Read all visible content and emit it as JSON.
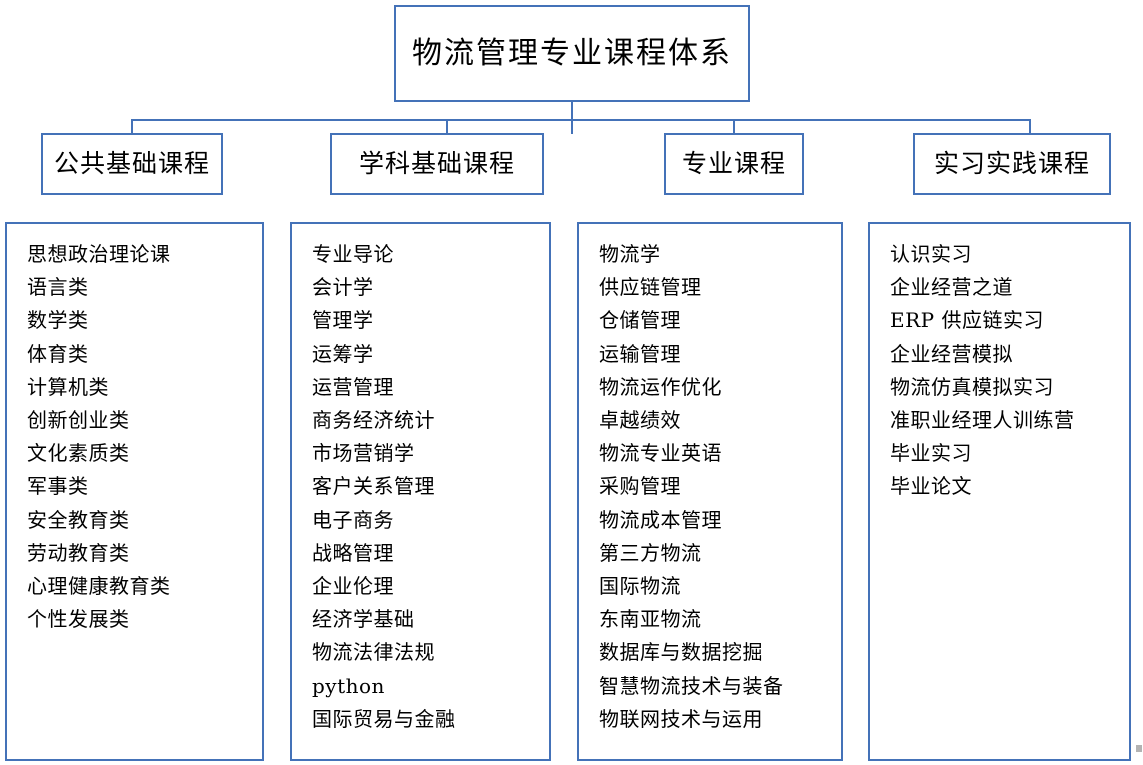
{
  "diagram": {
    "title": "物流管理专业课程体系",
    "accent_color": "#4472b8",
    "background_color": "#ffffff",
    "text_color": "#000000",
    "categories": [
      {
        "header": "公共基础课程",
        "courses": [
          "思想政治理论课",
          "语言类",
          "数学类",
          "体育类",
          "计算机类",
          "创新创业类",
          "文化素质类",
          "军事类",
          "安全教育类",
          "劳动教育类",
          "心理健康教育类",
          "个性发展类"
        ]
      },
      {
        "header": "学科基础课程",
        "courses": [
          "专业导论",
          "会计学",
          "管理学",
          "运筹学",
          "运营管理",
          "商务经济统计",
          "市场营销学",
          "客户关系管理",
          "电子商务",
          "战略管理",
          "企业伦理",
          "经济学基础",
          "物流法律法规",
          "python",
          "国际贸易与金融"
        ]
      },
      {
        "header": "专业课程",
        "courses": [
          "物流学",
          "供应链管理",
          "仓储管理",
          "运输管理",
          "物流运作优化",
          "卓越绩效",
          "物流专业英语",
          "采购管理",
          "物流成本管理",
          "第三方物流",
          "国际物流",
          "东南亚物流",
          "数据库与数据挖掘",
          "智慧物流技术与装备",
          "物联网技术与运用"
        ]
      },
      {
        "header": "实习实践课程",
        "courses": [
          "认识实习",
          "企业经营之道",
          "ERP 供应链实习",
          "企业经营模拟",
          "物流仿真模拟实习",
          "准职业经理人训练营",
          "毕业实习",
          "毕业论文"
        ]
      }
    ]
  }
}
